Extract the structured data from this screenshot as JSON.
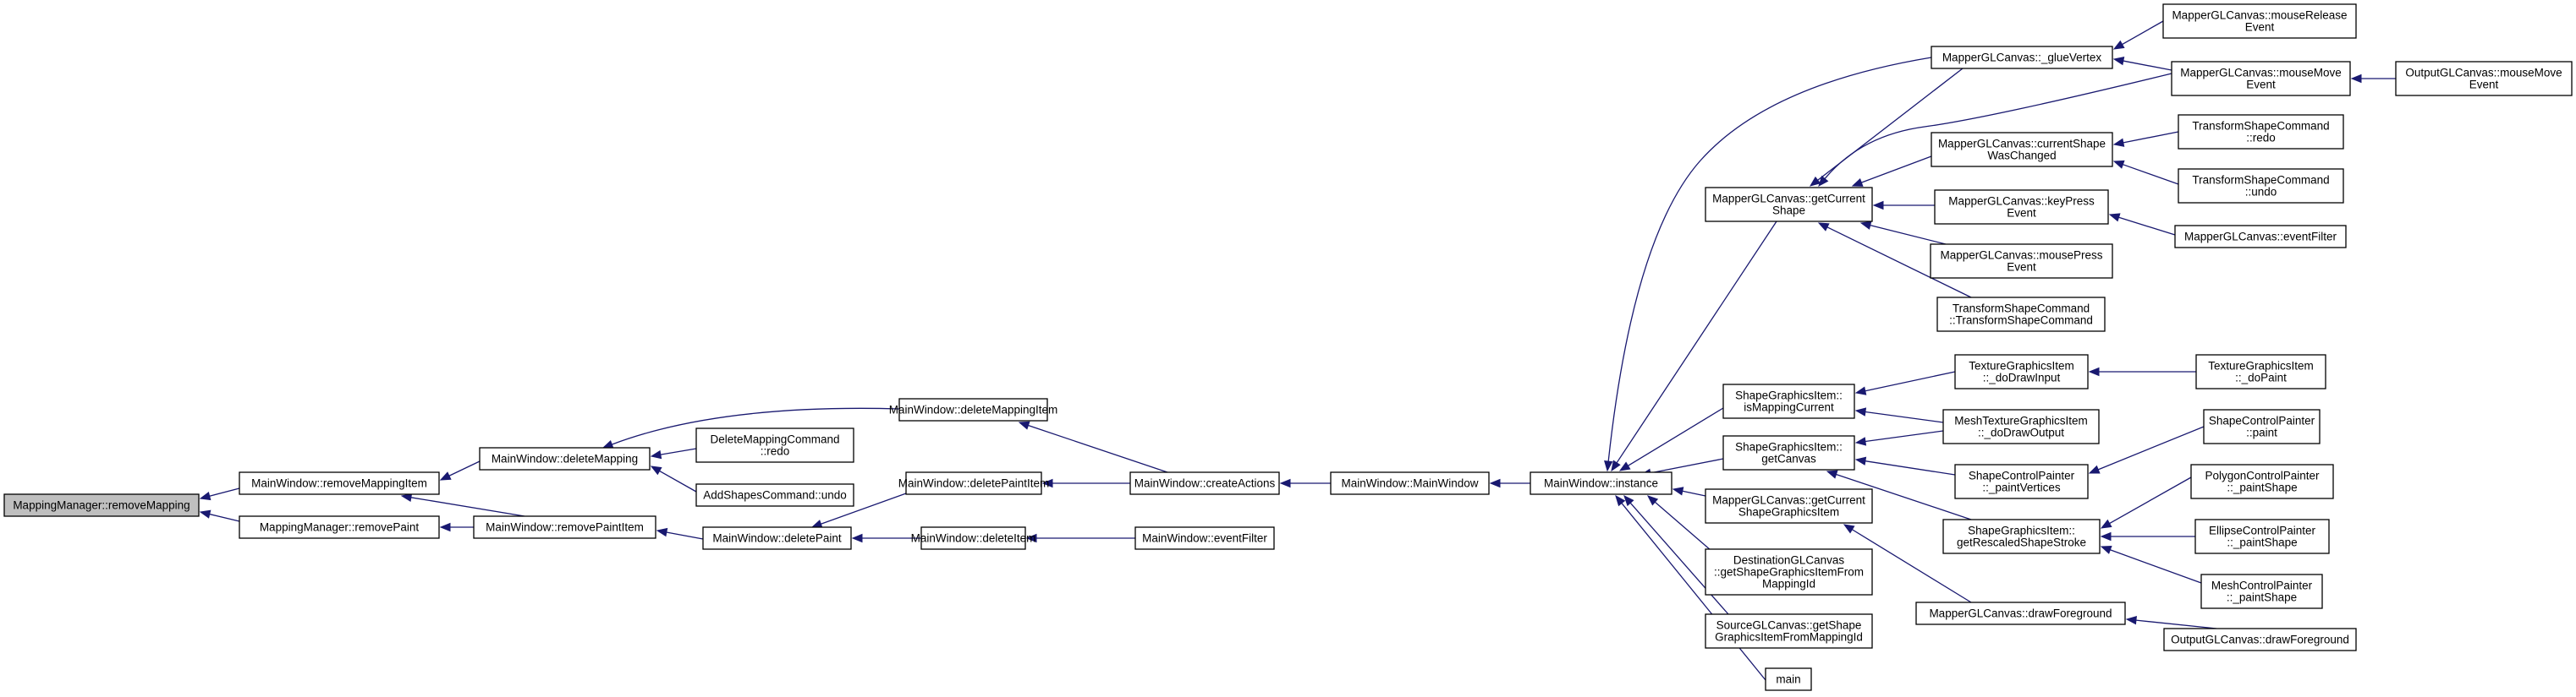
{
  "diagram": {
    "colors": {
      "edge": "#191970",
      "node_fill": "#ffffff",
      "root_fill": "#bfbfbf",
      "border": "#000000"
    },
    "nodes": [
      {
        "id": "root",
        "lines": [
          "MappingManager::removeMapping"
        ],
        "root": true
      },
      {
        "id": "rmi",
        "lines": [
          "MainWindow::removeMappingItem"
        ]
      },
      {
        "id": "rp",
        "lines": [
          "MappingManager::removePaint"
        ]
      },
      {
        "id": "dm",
        "lines": [
          "MainWindow::deleteMapping"
        ]
      },
      {
        "id": "rpi",
        "lines": [
          "MainWindow::removePaintItem"
        ]
      },
      {
        "id": "dmcr",
        "lines": [
          "DeleteMappingCommand",
          "::redo"
        ]
      },
      {
        "id": "ascu",
        "lines": [
          "AddShapesCommand::undo"
        ]
      },
      {
        "id": "dp",
        "lines": [
          "MainWindow::deletePaint"
        ]
      },
      {
        "id": "dmi",
        "lines": [
          "MainWindow::deleteMappingItem"
        ]
      },
      {
        "id": "dpi",
        "lines": [
          "MainWindow::deletePaintItem"
        ]
      },
      {
        "id": "di",
        "lines": [
          "MainWindow::deleteItem"
        ]
      },
      {
        "id": "ca",
        "lines": [
          "MainWindow::createActions"
        ]
      },
      {
        "id": "ef",
        "lines": [
          "MainWindow::eventFilter"
        ]
      },
      {
        "id": "mw",
        "lines": [
          "MainWindow::MainWindow"
        ]
      },
      {
        "id": "inst",
        "lines": [
          "MainWindow::instance"
        ]
      },
      {
        "id": "gcs",
        "lines": [
          "MapperGLCanvas::getCurrent",
          "Shape"
        ]
      },
      {
        "id": "imc",
        "lines": [
          "ShapeGraphicsItem::",
          "isMappingCurrent"
        ]
      },
      {
        "id": "sgc",
        "lines": [
          "ShapeGraphicsItem::",
          "getCanvas"
        ]
      },
      {
        "id": "gcsg",
        "lines": [
          "MapperGLCanvas::getCurrent",
          "ShapeGraphicsItem"
        ]
      },
      {
        "id": "dgsg",
        "lines": [
          "DestinationGLCanvas",
          "::getShapeGraphicsItemFrom",
          "MappingId"
        ]
      },
      {
        "id": "sgsg",
        "lines": [
          "SourceGLCanvas::getShape",
          "GraphicsItemFromMappingId"
        ]
      },
      {
        "id": "main",
        "lines": [
          "main"
        ]
      },
      {
        "id": "glue",
        "lines": [
          "MapperGLCanvas::_glueVertex"
        ]
      },
      {
        "id": "csw",
        "lines": [
          "MapperGLCanvas::currentShape",
          "WasChanged"
        ]
      },
      {
        "id": "kpe",
        "lines": [
          "MapperGLCanvas::keyPress",
          "Event"
        ]
      },
      {
        "id": "mpe",
        "lines": [
          "MapperGLCanvas::mousePress",
          "Event"
        ]
      },
      {
        "id": "tsc",
        "lines": [
          "TransformShapeCommand",
          "::TransformShapeCommand"
        ]
      },
      {
        "id": "tgdi",
        "lines": [
          "TextureGraphicsItem",
          "::_doDrawInput"
        ]
      },
      {
        "id": "mtgo",
        "lines": [
          "MeshTextureGraphicsItem",
          "::_doDrawOutput"
        ]
      },
      {
        "id": "scpv",
        "lines": [
          "ShapeControlPainter",
          "::_paintVertices"
        ]
      },
      {
        "id": "grss",
        "lines": [
          "ShapeGraphicsItem::",
          "getRescaledShapeStroke"
        ]
      },
      {
        "id": "mdf",
        "lines": [
          "MapperGLCanvas::drawForeground"
        ]
      },
      {
        "id": "mre",
        "lines": [
          "MapperGLCanvas::mouseRelease",
          "Event"
        ]
      },
      {
        "id": "mme",
        "lines": [
          "MapperGLCanvas::mouseMove",
          "Event"
        ]
      },
      {
        "id": "tscr",
        "lines": [
          "TransformShapeCommand",
          "::redo"
        ]
      },
      {
        "id": "tscu",
        "lines": [
          "TransformShapeCommand",
          "::undo"
        ]
      },
      {
        "id": "mef",
        "lines": [
          "MapperGLCanvas::eventFilter"
        ]
      },
      {
        "id": "tgdp",
        "lines": [
          "TextureGraphicsItem",
          "::_doPaint"
        ]
      },
      {
        "id": "scp",
        "lines": [
          "ShapeControlPainter",
          "::paint"
        ]
      },
      {
        "id": "pcp",
        "lines": [
          "PolygonControlPainter",
          "::_paintShape"
        ]
      },
      {
        "id": "ecp",
        "lines": [
          "EllipseControlPainter",
          "::_paintShape"
        ]
      },
      {
        "id": "mcp",
        "lines": [
          "MeshControlPainter",
          "::_paintShape"
        ]
      },
      {
        "id": "omme",
        "lines": [
          "OutputGLCanvas::mouseMove",
          "Event"
        ]
      },
      {
        "id": "odf",
        "lines": [
          "OutputGLCanvas::drawForeground"
        ]
      }
    ],
    "edges": [
      [
        "rmi",
        "root"
      ],
      [
        "rp",
        "root"
      ],
      [
        "dm",
        "rmi"
      ],
      [
        "rpi",
        "rmi"
      ],
      [
        "rpi",
        "rp"
      ],
      [
        "dmcr",
        "dm"
      ],
      [
        "ascu",
        "dm"
      ],
      [
        "dmi",
        "dm"
      ],
      [
        "dp",
        "rpi"
      ],
      [
        "dpi",
        "dp"
      ],
      [
        "di",
        "dp"
      ],
      [
        "ca",
        "dmi"
      ],
      [
        "ca",
        "dpi"
      ],
      [
        "ef",
        "di"
      ],
      [
        "mw",
        "ca"
      ],
      [
        "inst",
        "mw"
      ],
      [
        "gcs",
        "inst"
      ],
      [
        "imc",
        "inst"
      ],
      [
        "sgc",
        "inst"
      ],
      [
        "gcsg",
        "inst"
      ],
      [
        "dgsg",
        "inst"
      ],
      [
        "sgsg",
        "inst"
      ],
      [
        "main",
        "inst"
      ],
      [
        "glue",
        "inst"
      ],
      [
        "glue",
        "gcs"
      ],
      [
        "mme",
        "gcs"
      ],
      [
        "csw",
        "gcs"
      ],
      [
        "kpe",
        "gcs"
      ],
      [
        "mpe",
        "gcs"
      ],
      [
        "tsc",
        "gcs"
      ],
      [
        "tgdi",
        "imc"
      ],
      [
        "mtgo",
        "imc"
      ],
      [
        "mtgo",
        "sgc"
      ],
      [
        "scpv",
        "sgc"
      ],
      [
        "grss",
        "sgc"
      ],
      [
        "mdf",
        "gcsg"
      ],
      [
        "mre",
        "glue"
      ],
      [
        "mme",
        "glue"
      ],
      [
        "tscr",
        "csw"
      ],
      [
        "tscu",
        "csw"
      ],
      [
        "mef",
        "kpe"
      ],
      [
        "tgdp",
        "tgdi"
      ],
      [
        "scp",
        "scpv"
      ],
      [
        "pcp",
        "grss"
      ],
      [
        "ecp",
        "grss"
      ],
      [
        "mcp",
        "grss"
      ],
      [
        "omme",
        "mme"
      ],
      [
        "odf",
        "mdf"
      ]
    ]
  }
}
